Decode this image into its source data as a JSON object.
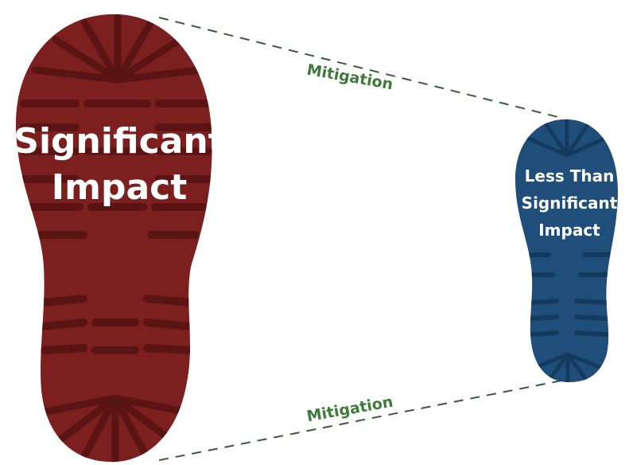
{
  "large_footprint": {
    "label_line1": "Significant",
    "label_line2": "Impact",
    "color": "#7b1f1f"
  },
  "small_footprint": {
    "label_line1": "Less Than",
    "label_line2": "Significant",
    "label_line3": "Impact",
    "color": "#1f4e7a"
  },
  "mitigation_top": "Mitigation",
  "mitigation_bottom": "Mitigation",
  "mitigation_color": "#3f7a3a",
  "icons": [
    "large-boot-print-icon",
    "small-boot-print-icon"
  ]
}
